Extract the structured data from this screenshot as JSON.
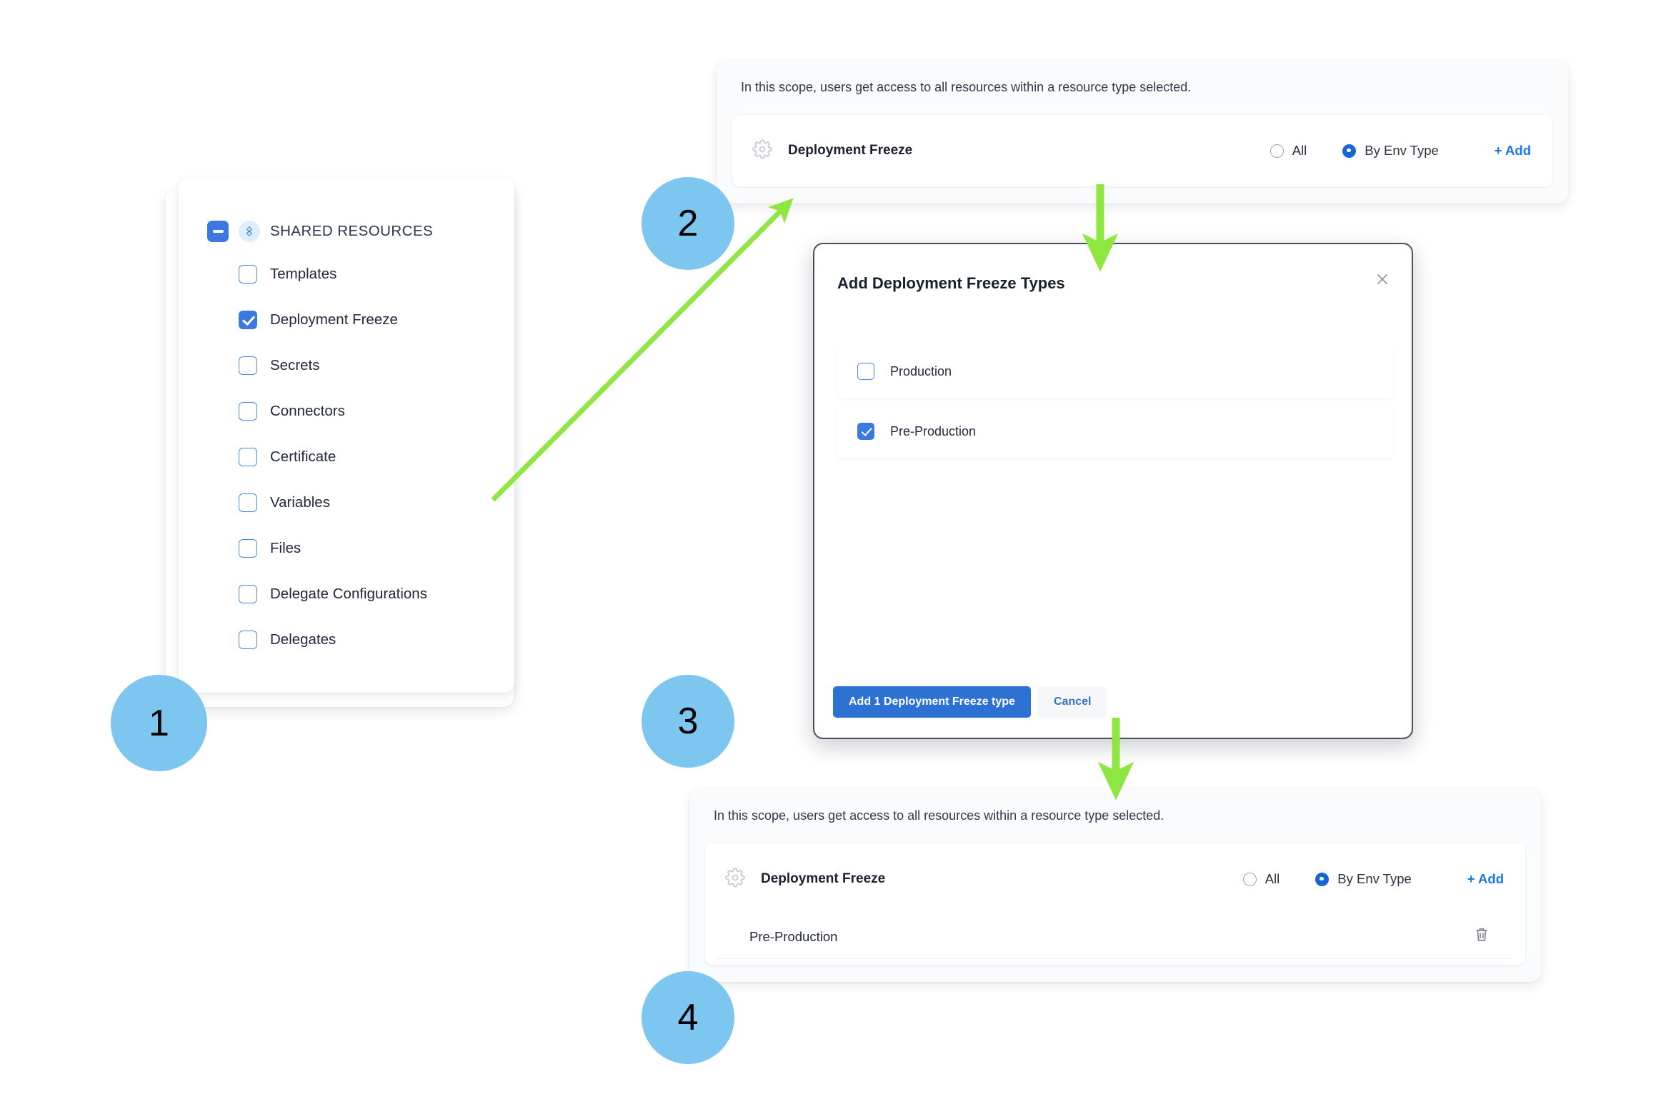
{
  "steps": [
    {
      "number": "1"
    },
    {
      "number": "2"
    },
    {
      "number": "3"
    },
    {
      "number": "4"
    }
  ],
  "colors": {
    "step_circle": "#7cc6f0",
    "arrow_green": "#8ee641",
    "accent_blue": "#3b78e0",
    "link_blue": "#1a78e5",
    "primary_button": "#2d72d2"
  },
  "resource_tree": {
    "header": {
      "label": "SHARED RESOURCES",
      "collapse_icon": "minus-icon",
      "emblem_icon": "shared-resources-icon",
      "state": "indeterminate"
    },
    "items": [
      {
        "label": "Templates",
        "checked": false
      },
      {
        "label": "Deployment Freeze",
        "checked": true
      },
      {
        "label": "Secrets",
        "checked": false
      },
      {
        "label": "Connectors",
        "checked": false
      },
      {
        "label": "Certificate",
        "checked": false
      },
      {
        "label": "Variables",
        "checked": false
      },
      {
        "label": "Files",
        "checked": false
      },
      {
        "label": "Delegate Configurations",
        "checked": false
      },
      {
        "label": "Delegates",
        "checked": false
      }
    ]
  },
  "scope_panel_top": {
    "note": "In this scope, users get access to all resources within a resource type selected.",
    "resource_icon": "gear-icon",
    "resource_name": "Deployment Freeze",
    "radio_options": [
      {
        "label": "All",
        "selected": false
      },
      {
        "label": "By Env Type",
        "selected": true
      }
    ],
    "add_label": "+ Add"
  },
  "scope_panel_bottom": {
    "note": "In this scope, users get access to all resources within a resource type selected.",
    "resource_icon": "gear-icon",
    "resource_name": "Deployment Freeze",
    "radio_options": [
      {
        "label": "All",
        "selected": false
      },
      {
        "label": "By Env Type",
        "selected": true
      }
    ],
    "add_label": "+ Add",
    "selected_values": [
      {
        "label": "Pre-Production",
        "delete_icon": "trash-icon"
      }
    ]
  },
  "modal": {
    "title": "Add Deployment Freeze Types",
    "close_icon": "close-icon",
    "options": [
      {
        "label": "Production",
        "checked": false
      },
      {
        "label": "Pre-Production",
        "checked": true
      }
    ],
    "primary_button": "Add 1 Deployment Freeze type",
    "secondary_button": "Cancel"
  }
}
